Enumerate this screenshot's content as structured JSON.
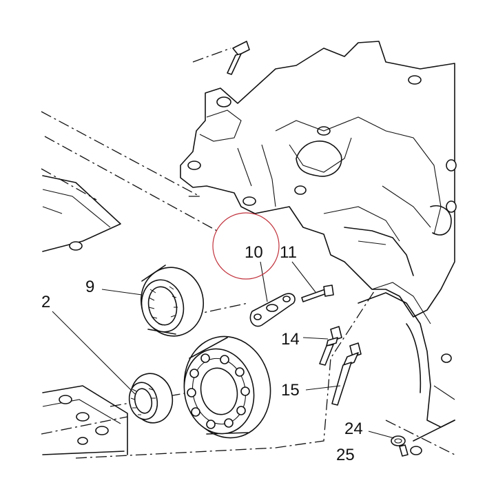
{
  "diagram": {
    "callouts": {
      "c2": "2",
      "c9": "9",
      "c10": "10",
      "c11": "11",
      "c14": "14",
      "c15": "15",
      "c24": "24",
      "c25": "25"
    },
    "highlight_color": "#c0303a",
    "line_color": "#111111"
  }
}
